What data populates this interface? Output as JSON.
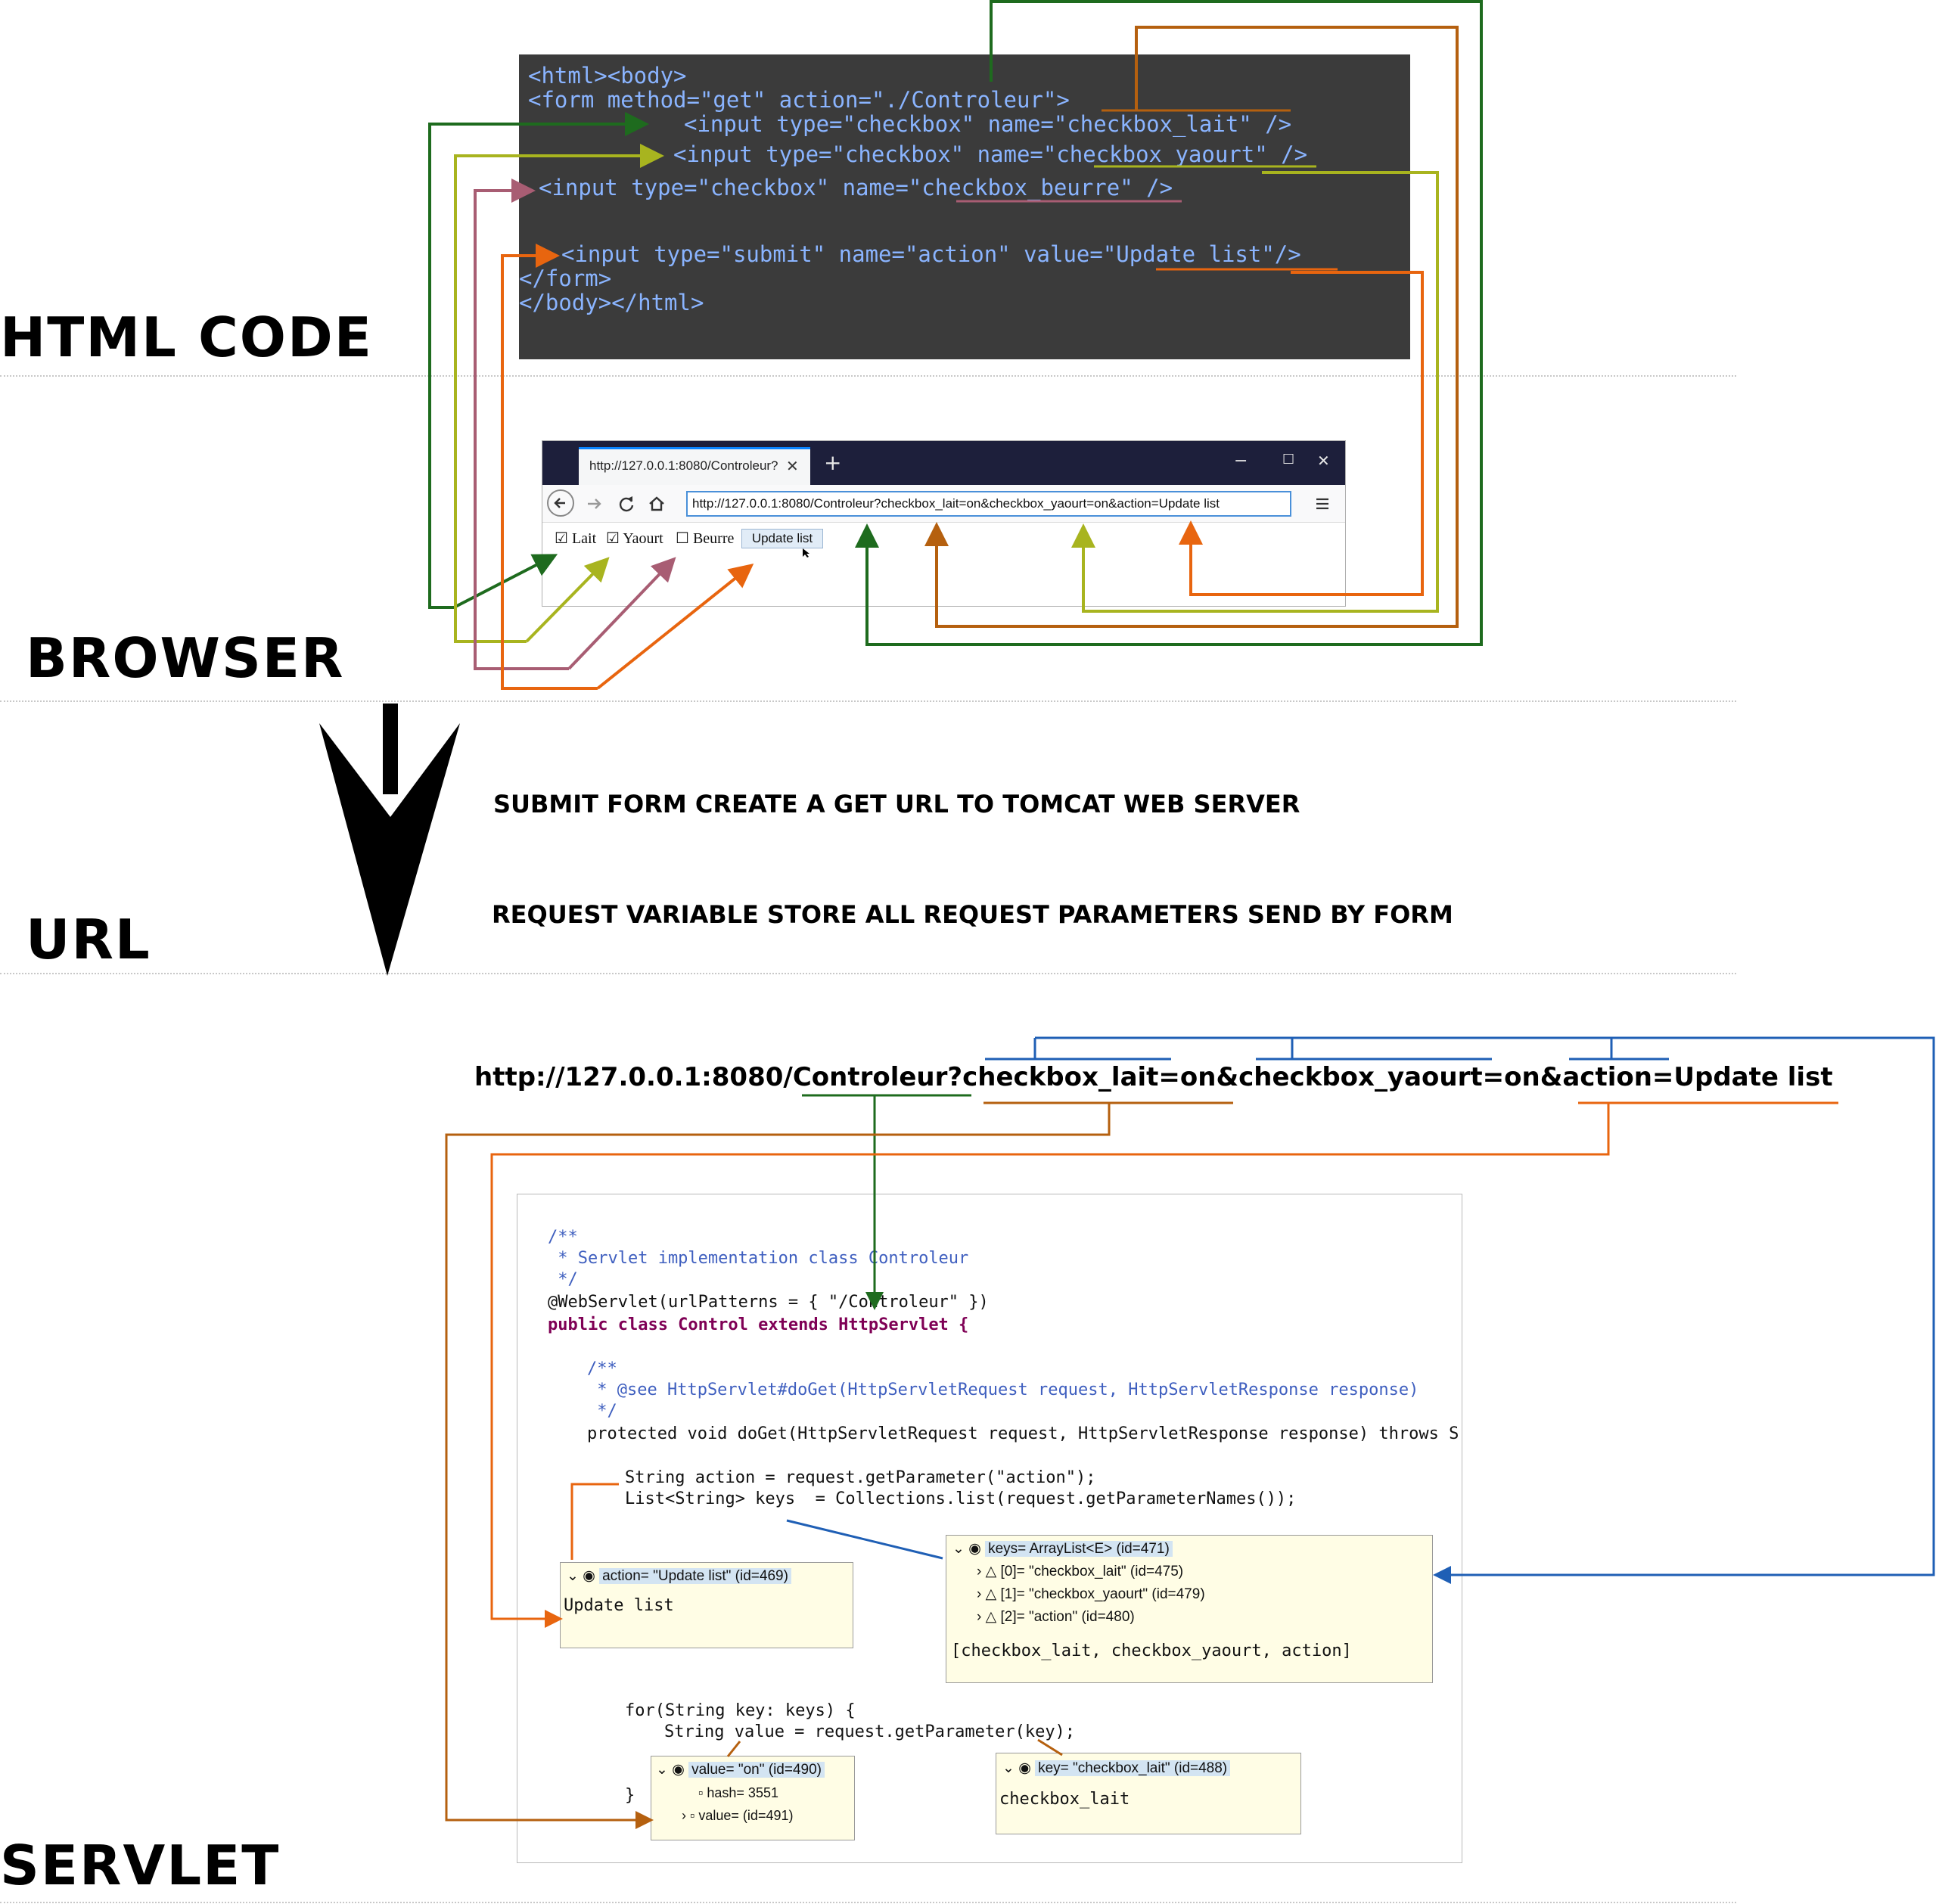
{
  "sections": {
    "html_code": "HTML CODE",
    "browser": "BROWSER",
    "url": "URL",
    "servlet": "SERVLET"
  },
  "notes": {
    "submit": "SUBMIT FORM CREATE A GET URL  TO TOMCAT WEB SERVER",
    "request": "REQUEST VARIABLE STORE ALL REQUEST PARAMETERS SEND BY FORM"
  },
  "html_code": {
    "line1": "<html><body>",
    "line2": "<form method=\"get\" action=\"./Controleur\">",
    "line3": "<input type=\"checkbox\" name=\"checkbox_lait\" />",
    "line4": "<input type=\"checkbox\" name=\"checkbox_yaourt\" />",
    "line5": "<input type=\"checkbox\" name=\"checkbox_beurre\" />",
    "line6": "<input type=\"submit\" name=\"action\" value=\"Update list\"/>",
    "line7": "</form>",
    "line8": "</body></html>"
  },
  "browser": {
    "tab_title": "http://127.0.0.1:8080/Controleur?",
    "tab_close": "✕",
    "new_tab": "+",
    "minimize": "−",
    "maximize": "☐",
    "close": "✕",
    "url": "http://127.0.0.1:8080/Controleur?checkbox_lait=on&checkbox_yaourt=on&action=Update list",
    "checkboxes": [
      {
        "label": "Lait",
        "checked": true
      },
      {
        "label": "Yaourt",
        "checked": true
      },
      {
        "label": "Beurre",
        "checked": false
      }
    ],
    "submit_label": "Update list"
  },
  "url_text": "http://127.0.0.1:8080/Controleur?checkbox_lait=on&checkbox_yaourt=on&action=Update list",
  "servlet": {
    "l1": "/**",
    "l2": " * Servlet implementation class Controleur",
    "l3": " */",
    "l4": "@WebServlet(urlPatterns = { \"/Controleur\" })",
    "l5": "public class Control extends HttpServlet {",
    "l6": "/**",
    "l7": " * @see HttpServlet#doGet(HttpServletRequest request, HttpServletResponse response)",
    "l8": " */",
    "l9": "protected void doGet(HttpServletRequest request, HttpServletResponse response) throws S",
    "l10": "String action = request.getParameter(\"action\");",
    "l11": "List<String> keys  = Collections.list(request.getParameterNames());",
    "l12": "for(String key: keys) {",
    "l13": "String value = request.getParameter(key);",
    "l14": "}",
    "dbg_action": {
      "head": "action= \"Update list\" (id=469)",
      "value": "Update list"
    },
    "dbg_keys": {
      "head": "keys= ArrayList<E>  (id=471)",
      "items": [
        "[0]= \"checkbox_lait\" (id=475)",
        "[1]= \"checkbox_yaourt\" (id=479)",
        "[2]= \"action\" (id=480)"
      ],
      "value": "[checkbox_lait, checkbox_yaourt, action]"
    },
    "dbg_value": {
      "head": "value= \"on\" (id=490)",
      "hash": "hash= 3551",
      "inner": "value= (id=491)"
    },
    "dbg_key": {
      "head": "key= \"checkbox_lait\" (id=488)",
      "value": "checkbox_lait"
    }
  },
  "colors": {
    "green": "#1e6b1e",
    "brown": "#b5600f",
    "olive": "#a8b41f",
    "mauve": "#a85d73",
    "orange": "#e8650f",
    "blue": "#1f5fb5"
  }
}
